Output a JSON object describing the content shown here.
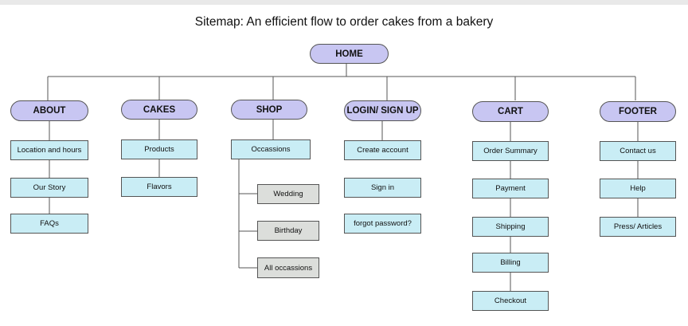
{
  "title": "Sitemap: An efficient flow to order cakes from a bakery",
  "root": "HOME",
  "sections": {
    "about": {
      "label": "ABOUT",
      "items": [
        "Location and hours",
        "Our Story",
        "FAQs"
      ]
    },
    "cakes": {
      "label": "CAKES",
      "items": [
        "Products",
        "Flavors"
      ]
    },
    "shop": {
      "label": "SHOP",
      "items": [
        "Occassions"
      ],
      "subitems": [
        "Wedding",
        "Birthday",
        "All occassions"
      ]
    },
    "login": {
      "label": "LOGIN/ SIGN UP",
      "items": [
        "Create account",
        "Sign in",
        "forgot password?"
      ]
    },
    "cart": {
      "label": "CART",
      "items": [
        "Order Summary",
        "Payment",
        "Shipping",
        "Billing",
        "Checkout"
      ]
    },
    "footer": {
      "label": "FOOTER",
      "items": [
        "Contact us",
        "Help",
        "Press/ Articles"
      ]
    }
  },
  "colors": {
    "category_fill": "#c8c6f2",
    "page_fill": "#c9edf5",
    "subpage_fill": "#dcdedb"
  }
}
